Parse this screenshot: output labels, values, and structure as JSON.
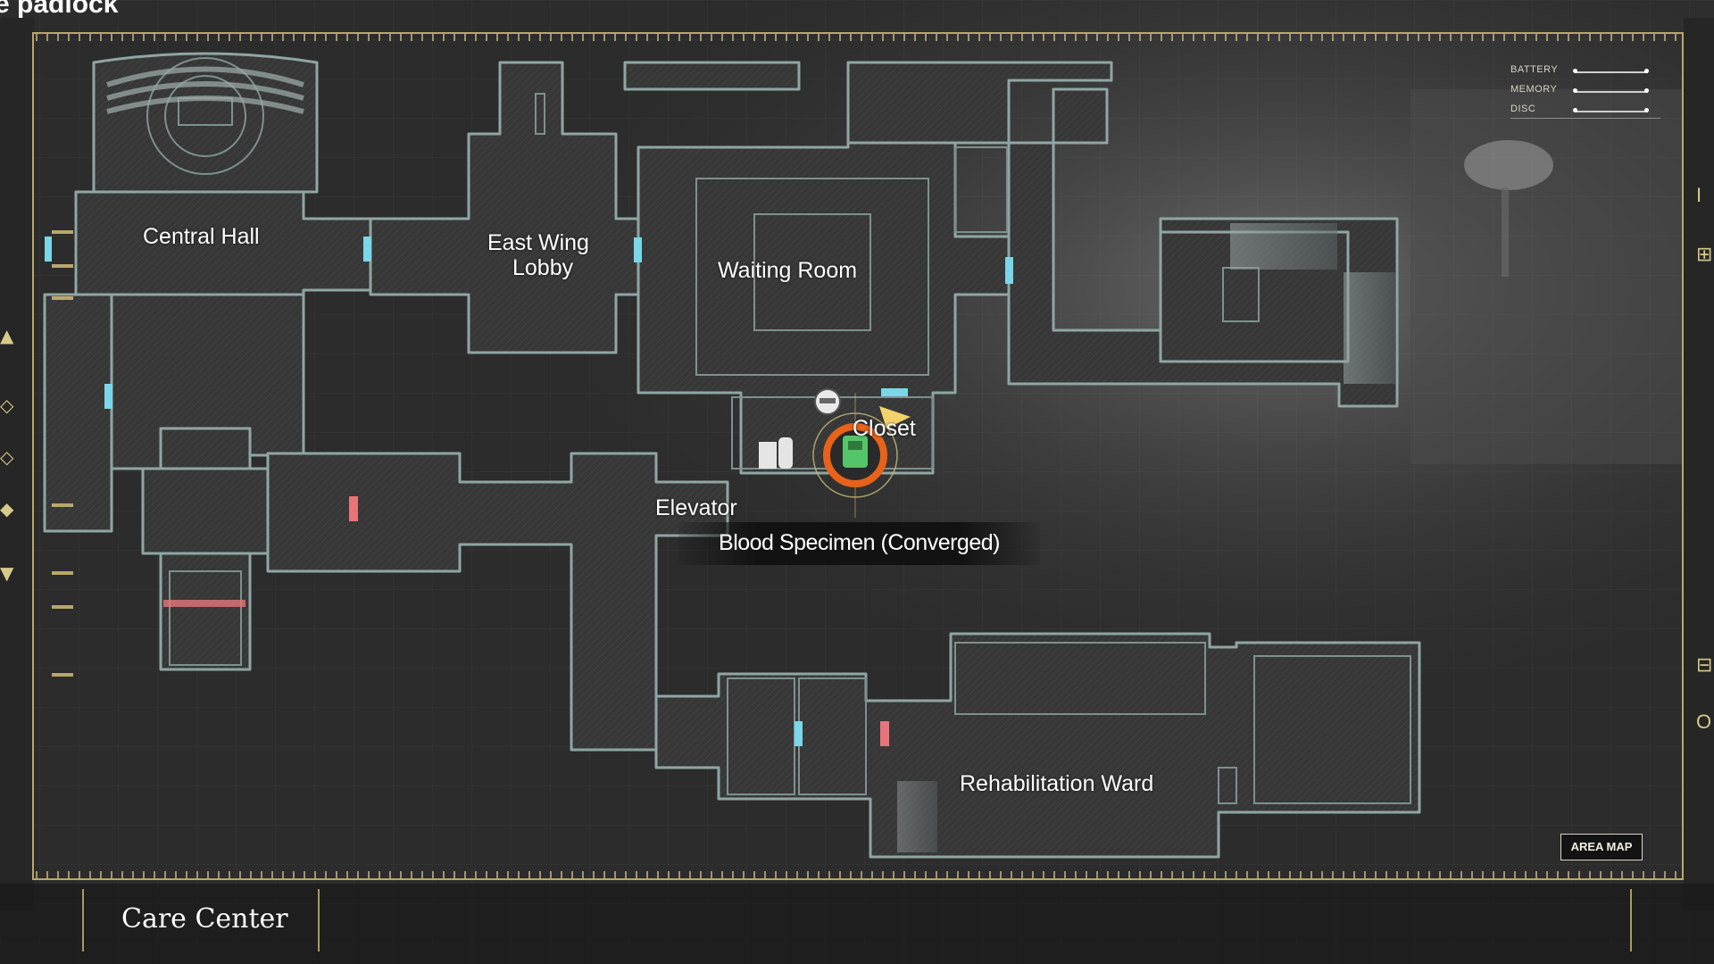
{
  "hint_text": "e padlock",
  "rooms": {
    "central_hall": "Central Hall",
    "east_wing_lobby_line1": "East Wing",
    "east_wing_lobby_line2": "Lobby",
    "waiting_room": "Waiting Room",
    "closet": "Closet",
    "elevator": "Elevator",
    "rehabilitation_ward": "Rehabilitation Ward"
  },
  "tooltip": {
    "item_name": "Blood Specimen (Converged)"
  },
  "status": [
    {
      "label": "BATTERY"
    },
    {
      "label": "MEMORY"
    },
    {
      "label": "DISC"
    }
  ],
  "area_map_label": "AREA MAP",
  "location_name": "Care Center",
  "colors": {
    "frame": "#b9a86a",
    "wall": "#8fa6a3",
    "room_fill": "#363636",
    "door_open": "#7ad6e8",
    "door_locked": "#e8747a",
    "marker_ring": "#e8621a",
    "marker_item": "#55c56a",
    "player_arrow": "#f2d36b"
  },
  "icons": {
    "marker": "item-location-icon",
    "player": "player-arrow-icon",
    "ink_ribbon": "save-ribbon-icon",
    "items_cluster": "bottles-icon"
  }
}
